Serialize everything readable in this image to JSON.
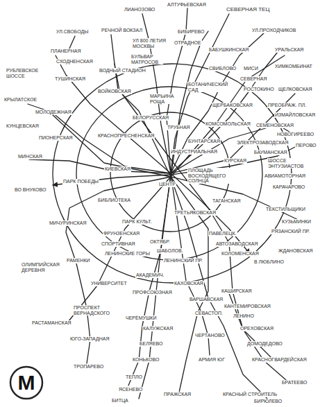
{
  "diagram": {
    "labels": [
      "ЛИАНОЗОВО",
      "АЛТУФЬЕВСКАЯ",
      "СЕВЕРНАЯ ТЕЦ",
      "БИБИРЕВО",
      "УЛ.СВОБОДЫ",
      "РЕЧНОЙ ВОКЗАЛ",
      "УЛ 800 ЛЕТИЯ МОСКВЫ",
      "ОТРАДНОЕ",
      "УЛ.ПРОХОДЧИКОВ",
      "БАБУШКИНСКАЯ",
      "ПЛАНЕРНАЯ",
      "УРАЛЬСКАЯ",
      "БУЛЬВАР МАТРОСОВ",
      "СХОДНЕНСКАЯ",
      "ХИМКОМБИНАТ",
      "СВИБЛОВО",
      "МИСИ",
      "РУБЛЕВСКОЕ ШОССЕ",
      "ВОДНЫЙ СТАДИОН",
      "ТУШИНСКАЯ",
      "СЕВЕРНАЯ",
      "БОТАНИЧЕСКИЙ САД",
      "РОСТОКИНО",
      "ЩЕЛКОВСКАЯ",
      "ВОЙКОВСКАЯ",
      "МАРЬИНА РОЩА",
      "КРЫЛАТСКОЕ",
      "ЩЕРБАКОВСКАЯ",
      "ПРЕОБРАЖ. ПЛ.",
      "МОЛОДЕЖНАЯ",
      "ИЗМАЙЛОВСКАЯ",
      "БЕЛОРУССКАЯ",
      "КОМСОМОЛЬСКАЯ",
      "СЕМЕНОВСКАЯ",
      "ТРУБНАЯ",
      "КУНЦЕВСКАЯ",
      "НОВОГИРЕЕВО",
      "КРАСНОПРЕСНЕНСКАЯ",
      "ПИОНЕРСКАЯ",
      "ЭЛЕКТРОЗАВОДСКАЯ",
      "БУНТАРСКАЯ",
      "ПЕРОВО",
      "ИНДУСТРИАЛЬНАЯ",
      "БАУМАНСКАЯ",
      "МИНСКАЯ",
      "ШОССЕ ЭНТУЗИАСТОВ",
      "КУРСКАЯ",
      "КИЕВСКАЯ",
      "ПЛОЩАДЬ ВОСХОДЯЩЕГО СОЛНЦА",
      "АВИАМОТОРНАЯ",
      "ЦЕНТР",
      "ПАРК ПОБЕДЫ",
      "КАРАЧАРОВО",
      "ВО ВНУКОВО",
      "БИБЛИОТЕКА",
      "ТАГАНСКАЯ",
      "ТЕКСТИЛЬЩИКИ",
      "ТРЕТЬЯКОВСКАЯ",
      "КУЗЬМИНКИ",
      "ПАРК КУЛЬТ.",
      "МИЧУРИНСКАЯ",
      "РЯЗАНСКИЙ ПР.",
      "ПАВЕЛЕЦК.",
      "ФРУНЗЕНСКАЯ",
      "ОКТЯБР.",
      "АВТОЗАВОДСКАЯ",
      "СПОРТИВНАЯ",
      "ШАБОЛОВ.",
      "ЖДАНОВСКАЯ",
      "ЛЕНИНСКИЕ ГОРЫ",
      "КОЛОМЕНСКАЯ",
      "ЛЕНИНСКИЙ ПР.",
      "РАМЕНКИ",
      "В ЛЮБЛИНО",
      "ОЛИМПИЙСКАЯ ДЕРЕВНЯ",
      "АКАДЕМИЧ.",
      "УНИВЕРСИТЕТ",
      "КАХОВСКАЯ",
      "КАШИРСКАЯ",
      "ПРОФСОЮЗНАЯ",
      "ВАРШАВСКАЯ",
      "КАНТЕМИРОВСКАЯ",
      "ПРОСПЕКТ ВЕРНАДСКОГО",
      "СЕВАСТОП.",
      "ЛЕНИНО",
      "ЧЕРЁМУШКИ",
      "РАСТАМАНСКАЯ",
      "КАЛУЖСКАЯ",
      "ОРЕХОВСКАЯ",
      "ЧЕРТАНОВО",
      "ЮГО-ЗАПАДНАЯ",
      "БЕЛЯЕВО",
      "ДОМОДЕДОВО",
      "КОНЬКОВО",
      "АРМИЯ ЮГ",
      "КРАСНОГВАРДЕЙСКАЯ",
      "ТРОПАРЕВО",
      "ТЕПЛО",
      "БРАТЕЕВО",
      "ЯСЕНЕВО",
      "ПРАЖСКАЯ",
      "КРАСНЫЙ СТРОИТЕЛЬ",
      "БИРЮЛЕВО",
      "БИТЦА",
      "М"
    ]
  }
}
